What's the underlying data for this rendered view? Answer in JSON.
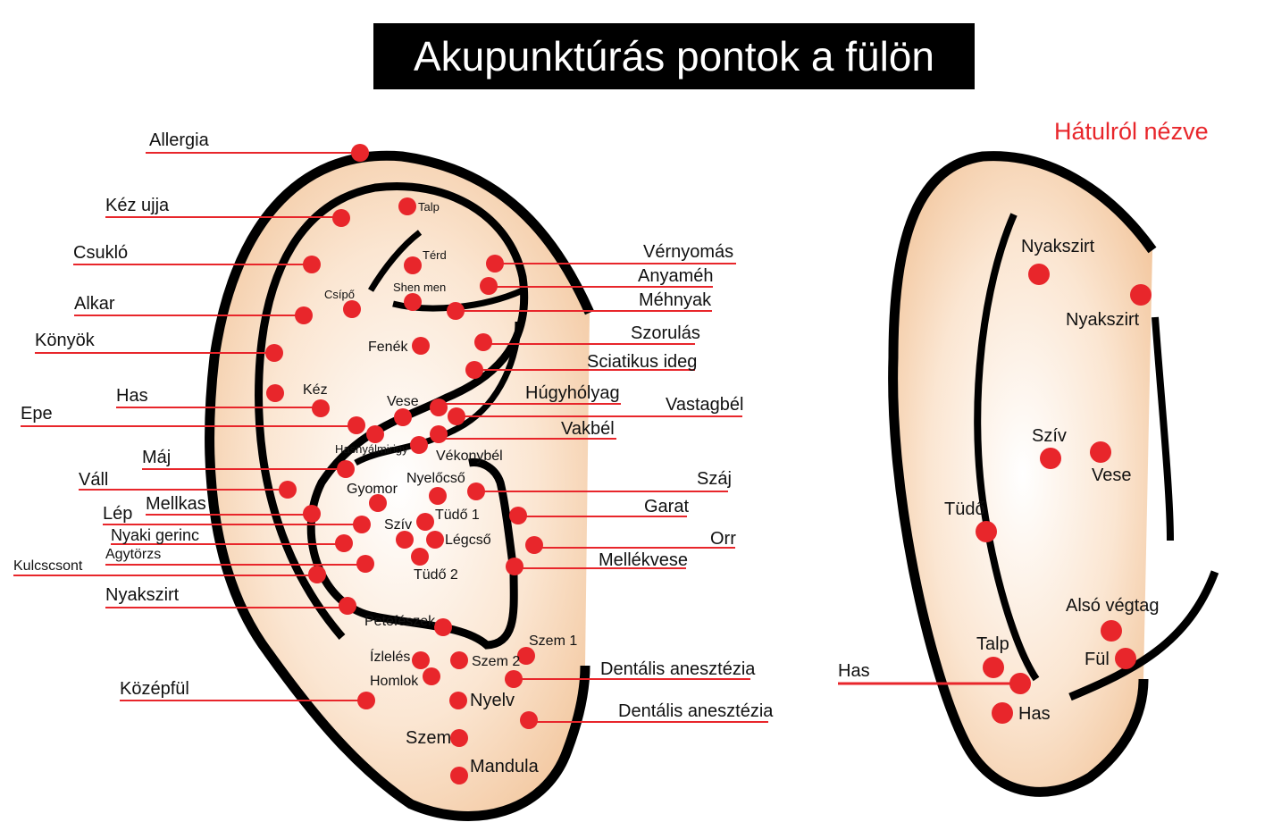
{
  "title": "Akupunktúrás pontok a fülön",
  "accent_color": "#e8262b",
  "left_labels": [
    "Allergia",
    "Kéz ujja",
    "Csukló",
    "Alkar",
    "Könyök",
    "Has",
    "Epe",
    "Máj",
    "Váll",
    "Mellkas",
    "Lép",
    "Nyaki gerinc",
    "Agytörzs",
    "Kulcscsont",
    "Nyakszirt",
    "Középfül"
  ],
  "right_labels": [
    "Vérnyomás",
    "Anyaméh",
    "Méhnyak",
    "Szorulás",
    "Sciatikus ideg",
    "Húgyhólyag",
    "Vastagbél",
    "Vakbél",
    "Száj",
    "Garat",
    "Orr",
    "Mellékvese",
    "Dentális anesztézia",
    "Dentális anesztézia"
  ],
  "inner_labels": [
    "Talp",
    "Térd",
    "Csípő",
    "Shen men",
    "Fenék",
    "Kéz",
    "Vese",
    "Hasnyálmirigy",
    "Vékonybél",
    "Nyelőcső",
    "Gyomor",
    "Tüdő 1",
    "Szív",
    "Légcső",
    "Tüdő 2",
    "Petefészek",
    "Szem 1",
    "Ízlelés",
    "Szem 2",
    "Homlok",
    "Nyelv",
    "Szem",
    "Mandula"
  ],
  "back_view": {
    "title": "Hátulról nézve",
    "labels": [
      "Nyakszirt",
      "Nyakszirt",
      "Szív",
      "Vese",
      "Tüdő",
      "Alsó végtag",
      "Talp",
      "Fül",
      "Has",
      "Has"
    ]
  }
}
